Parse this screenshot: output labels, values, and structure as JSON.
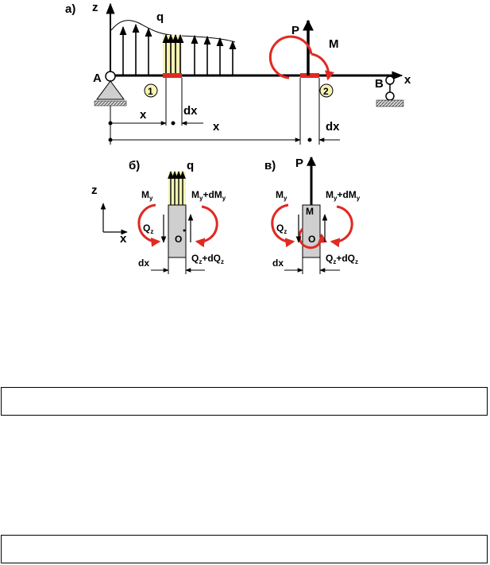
{
  "panels": {
    "a": "а)",
    "b": "б)",
    "v": "в)"
  },
  "axes": {
    "z": "z",
    "x": "x"
  },
  "loads": {
    "q": "q",
    "P": "P",
    "M": "M"
  },
  "supports": {
    "left": "A",
    "right": "B"
  },
  "markers": {
    "one": "1",
    "two": "2"
  },
  "dims": {
    "x": "x",
    "dx": "dx"
  },
  "element": {
    "My": "M",
    "My_sub": "y",
    "MydMy_a": "M",
    "MydMy_a_sub": "y",
    "MydMy_plus": "+dM",
    "MydMy_b_sub": "y",
    "Qz": "Q",
    "Qz_sub": "z",
    "QzdQz_a": "Q",
    "QzdQz_a_sub": "z",
    "QzdQz_plus": "+dQ",
    "QzdQz_b_sub": "z",
    "O": "O",
    "Mc": "M"
  },
  "colors": {
    "red": "#e02a22",
    "yellow": "#f7f3b4",
    "gray": "#cfcfcf",
    "hatch": "#888888"
  }
}
